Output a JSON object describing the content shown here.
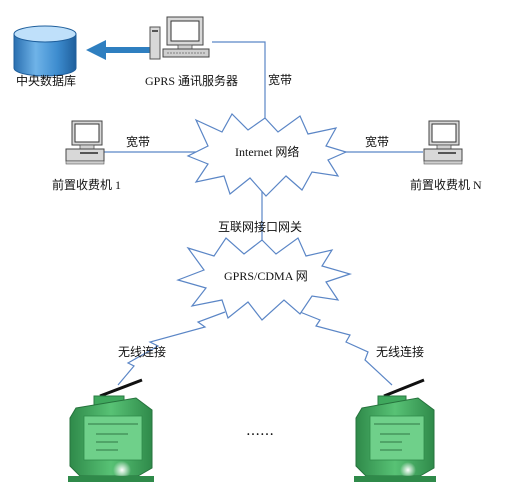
{
  "nodes": {
    "database": "中央数据库",
    "gprs_server": "GPRS 通讯服务器",
    "internet": "Internet 网络",
    "terminal_left": "前置收费机 1",
    "terminal_right": "前置收费机 N",
    "gateway": "互联网接口网关",
    "gprs_cdma": "GPRS/CDMA 网",
    "ellipsis": "……"
  },
  "links": {
    "broadband_top": "宽带",
    "broadband_left": "宽带",
    "broadband_right": "宽带",
    "wireless_left": "无线连接",
    "wireless_right": "无线连接"
  },
  "colors": {
    "module_green": "#4fbd6b",
    "module_dark": "#2f8a4a",
    "db_blue": "#2f7fc0",
    "arrow_blue": "#2f7fc0",
    "line": "#5b86c6"
  },
  "icons": [
    "database-icon",
    "computer-icon",
    "cloud-icon",
    "gprs-module-icon",
    "antenna-icon"
  ]
}
